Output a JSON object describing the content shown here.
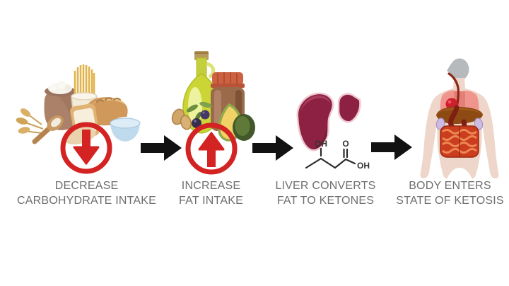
{
  "colors": {
    "page_background": "#ffffff",
    "label_text": "#6e6e6e",
    "arrow_black": "#121212",
    "circle_red": "#d32322",
    "liver_fill": "#8d2143",
    "liver_outline": "#efc9d1",
    "molecule_stroke": "#2a2a2a",
    "body_skin": "#eed7ca",
    "head_gray": "#b6babc"
  },
  "steps": [
    {
      "name": "decrease-carbohydrate-intake",
      "icon": "carbohydrate-foods-icon",
      "overlay_icon": "decrease-circle-down-arrow-icon",
      "label_line1": "DECREASE",
      "label_line2": "CARBOHYDRATE INTAKE"
    },
    {
      "name": "increase-fat-intake",
      "icon": "fat-foods-icon",
      "overlay_icon": "increase-circle-up-arrow-icon",
      "label_line1": "INCREASE",
      "label_line2": "FAT INTAKE"
    },
    {
      "name": "liver-converts-fat-to-ketones",
      "icon": "liver-and-ketone-molecule-icon",
      "label_line1": "LIVER CONVERTS",
      "label_line2": "FAT TO KETONES"
    },
    {
      "name": "body-enters-state-of-ketosis",
      "icon": "human-body-digestive-organs-icon",
      "label_line1": "BODY ENTERS",
      "label_line2": "STATE OF KETOSIS"
    }
  ],
  "molecule_labels": {
    "beta_hydroxyl": "OH",
    "carbonyl_oxygen": "O",
    "carboxyl_hydroxyl": "OH"
  }
}
